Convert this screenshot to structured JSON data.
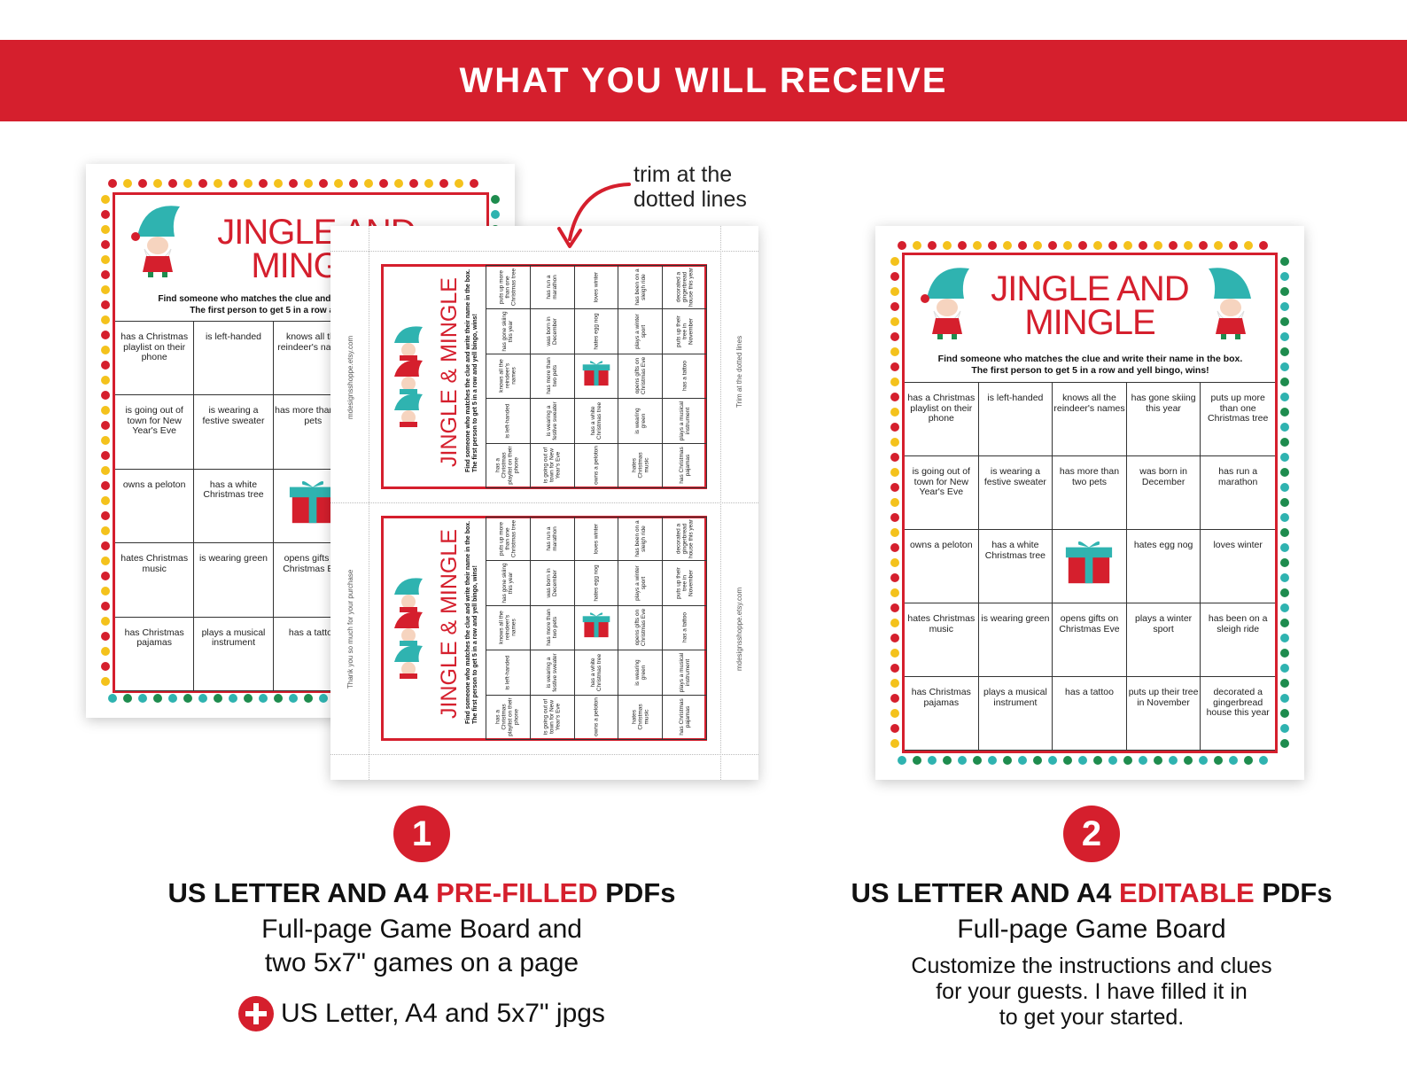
{
  "banner": {
    "title": "WHAT YOU WILL RECEIVE"
  },
  "annotation": {
    "trim_line1": "trim at the",
    "trim_line2": "dotted lines"
  },
  "game": {
    "title_line1": "JINGLE AND",
    "title_line2": "MINGLE",
    "card_title": "JINGLE & MINGLE",
    "instr_line1": "Find someone who matches the clue and write their name in the box.",
    "instr_line2": "The first person to get 5 in a row and yell bingo, wins!",
    "clues": [
      "has a Christmas playlist on their phone",
      "is left-handed",
      "knows all the reindeer's names",
      "has gone skiing this year",
      "puts up more than one Christmas tree",
      "is going out of town for New Year's Eve",
      "is wearing a festive sweater",
      "has more than two pets",
      "was born in December",
      "has run a marathon",
      "owns a peloton",
      "has a white Christmas tree",
      "",
      "hates egg nog",
      "loves winter",
      "hates Christmas music",
      "is wearing green",
      "opens gifts on Christmas Eve",
      "plays a winter sport",
      "has been on a sleigh ride",
      "has Christmas pajamas",
      "plays a musical instrument",
      "has a tattoo",
      "puts up their tree in November",
      "decorated a gingerbread house this year"
    ],
    "left_sheet_clues": [
      "has a Christmas playlist on their phone",
      "is left-handed",
      "knows all the reindeer's names",
      "is going out of town for New Year's Eve",
      "is wearing a festive sweater",
      "has more than two pets",
      "owns a peloton",
      "has a white Christmas tree",
      "",
      "hates Christmas music",
      "is wearing green",
      "opens gifts on Christmas Eve",
      "has Christmas pajamas",
      "plays a musical instrument",
      "has a tattoo"
    ],
    "side_labels": {
      "shop": "mdesignsshoppe.etsy.com",
      "trim": "Trim at the dotted lines",
      "thanks": "Thank you so much for your purchase"
    },
    "colors": {
      "red": "#d51f2d",
      "teal": "#2fb3b0",
      "yellow": "#f4c21c",
      "green": "#1e8c4e"
    }
  },
  "option1": {
    "number": "1",
    "heading_pre": "US LETTER AND A4 ",
    "heading_accent": "PRE-FILLED",
    "heading_post": " PDFs",
    "line1": "Full-page Game Board and",
    "line2": "two 5x7\" games on a page",
    "extra": "US Letter, A4 and 5x7\" jpgs",
    "extra_icon": "plus-circle-icon"
  },
  "option2": {
    "number": "2",
    "heading_pre": "US LETTER AND A4 ",
    "heading_accent": "EDITABLE",
    "heading_post": " PDFs",
    "line1": "Full-page Game Board",
    "desc1": "Customize the instructions and clues",
    "desc2": "for your guests. I have filled it in",
    "desc3": "to get your started."
  }
}
